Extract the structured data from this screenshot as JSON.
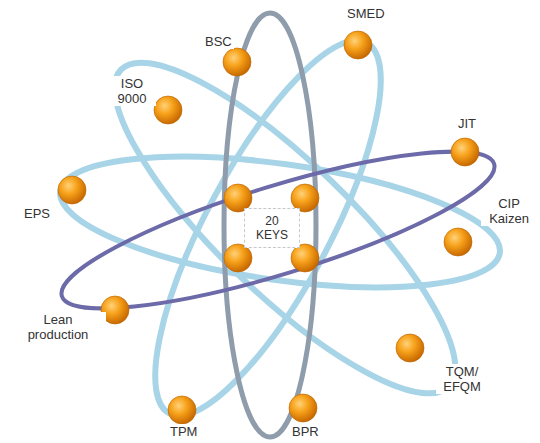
{
  "diagram": {
    "nodes": [
      {
        "text": [
          "20 KEYS"
        ]
      }
    ],
    "labels": [
      "SMED",
      "BSC",
      "ISO 9000",
      "JIT",
      "EPS",
      "CIP Kaizen",
      "Lean production",
      "TQM/ EFQM",
      "TPM",
      "BPR"
    ]
  }
}
